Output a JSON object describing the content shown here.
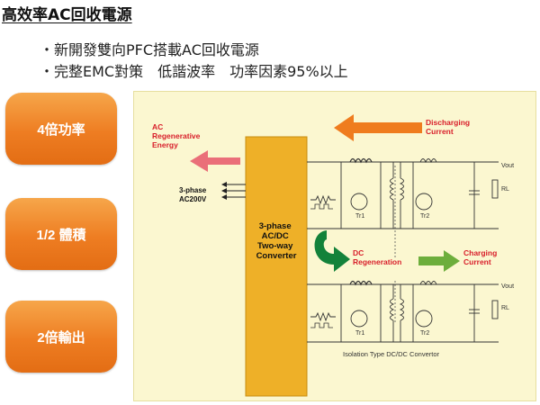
{
  "title": "高效率AC回收電源",
  "bullets": [
    "新開發雙向PFC搭載AC回收電源",
    "完整EMC對策　低諧波率　功率因素95%以上"
  ],
  "features": [
    {
      "label": "4倍功率"
    },
    {
      "label": "1/2 體積"
    },
    {
      "label": "2倍輸出"
    }
  ],
  "diagram": {
    "ac_regen_label": [
      "AC",
      "Regenerative",
      "Energy"
    ],
    "input_label": [
      "3-phase",
      "AC200V"
    ],
    "converter_label": [
      "3-phase",
      "AC/DC",
      "Two-way",
      "Converter"
    ],
    "discharging_label": [
      "Discharging",
      "Current"
    ],
    "charging_label": [
      "Charging",
      "Current"
    ],
    "dc_regen_label": [
      "DC",
      "Regeneration"
    ],
    "vout_label": "Vout",
    "rl_label": "RL",
    "tr1_label": "Tr1",
    "tr2_label": "Tr2",
    "caption": "Isolation Type DC/DC Convertor",
    "colors": {
      "orange_arrow": "#ef7c1e",
      "pink_arrow": "#ea6f79",
      "green_arrow": "#6dae3c",
      "dark_green_arrow": "#13823a",
      "converter_fill": "#eeb028",
      "red_text": "#d81e2a"
    }
  }
}
